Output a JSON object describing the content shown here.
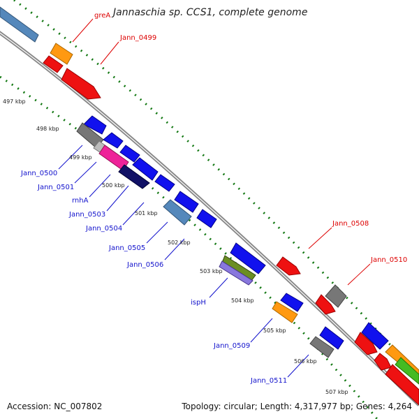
{
  "title": "Jannaschia sp. CCS1, complete genome",
  "footer": {
    "accession": "Accession: NC_007802",
    "topology": "Topology: circular; Length: 4,317,977 bp; Genes: 4,264"
  },
  "colors": {
    "forward_label": "#dd0000",
    "reverse_label": "#1111cc",
    "backbone": "#8a8a8a",
    "tick_dots": "#117711",
    "gene_red": "#ee1111",
    "gene_blue": "#1111ee",
    "gene_orange": "#ff9911",
    "gene_gray": "#777777",
    "gene_steel": "#5588bb",
    "gene_pink": "#ee2299",
    "gene_navy": "#111166",
    "gene_green": "#44bb22",
    "gene_purple": "#8877dd",
    "gene_olive": "#6b8e23"
  },
  "scale": {
    "unit": "kbp",
    "ticks": [
      "497 kbp",
      "498 kbp",
      "499 kbp",
      "500 kbp",
      "501 kbp",
      "502 kbp",
      "503 kbp",
      "504 kbp",
      "505 kbp",
      "506 kbp",
      "507 kbp"
    ]
  },
  "genes": {
    "forward": [
      {
        "label": "greA",
        "color": "gene_steel"
      },
      {
        "label": "Jann_0499",
        "color": "gene_orange"
      },
      {
        "label": "Jann_0508",
        "color": "gene_red"
      },
      {
        "label": "Jann_0510",
        "color": "gene_red"
      }
    ],
    "reverse": [
      {
        "label": "Jann_0500",
        "color": "gene_gray"
      },
      {
        "label": "Jann_0501",
        "color": "gene_pink"
      },
      {
        "label": "rnhA",
        "color": "gene_navy"
      },
      {
        "label": "Jann_0503",
        "color": "gene_blue"
      },
      {
        "label": "Jann_0504",
        "color": "gene_blue"
      },
      {
        "label": "Jann_0505",
        "color": "gene_steel"
      },
      {
        "label": "Jann_0506",
        "color": "gene_blue"
      },
      {
        "label": "ispH",
        "color": "gene_purple"
      },
      {
        "label": "Jann_0509",
        "color": "gene_orange"
      },
      {
        "label": "Jann_0511",
        "color": "gene_gray"
      }
    ]
  }
}
